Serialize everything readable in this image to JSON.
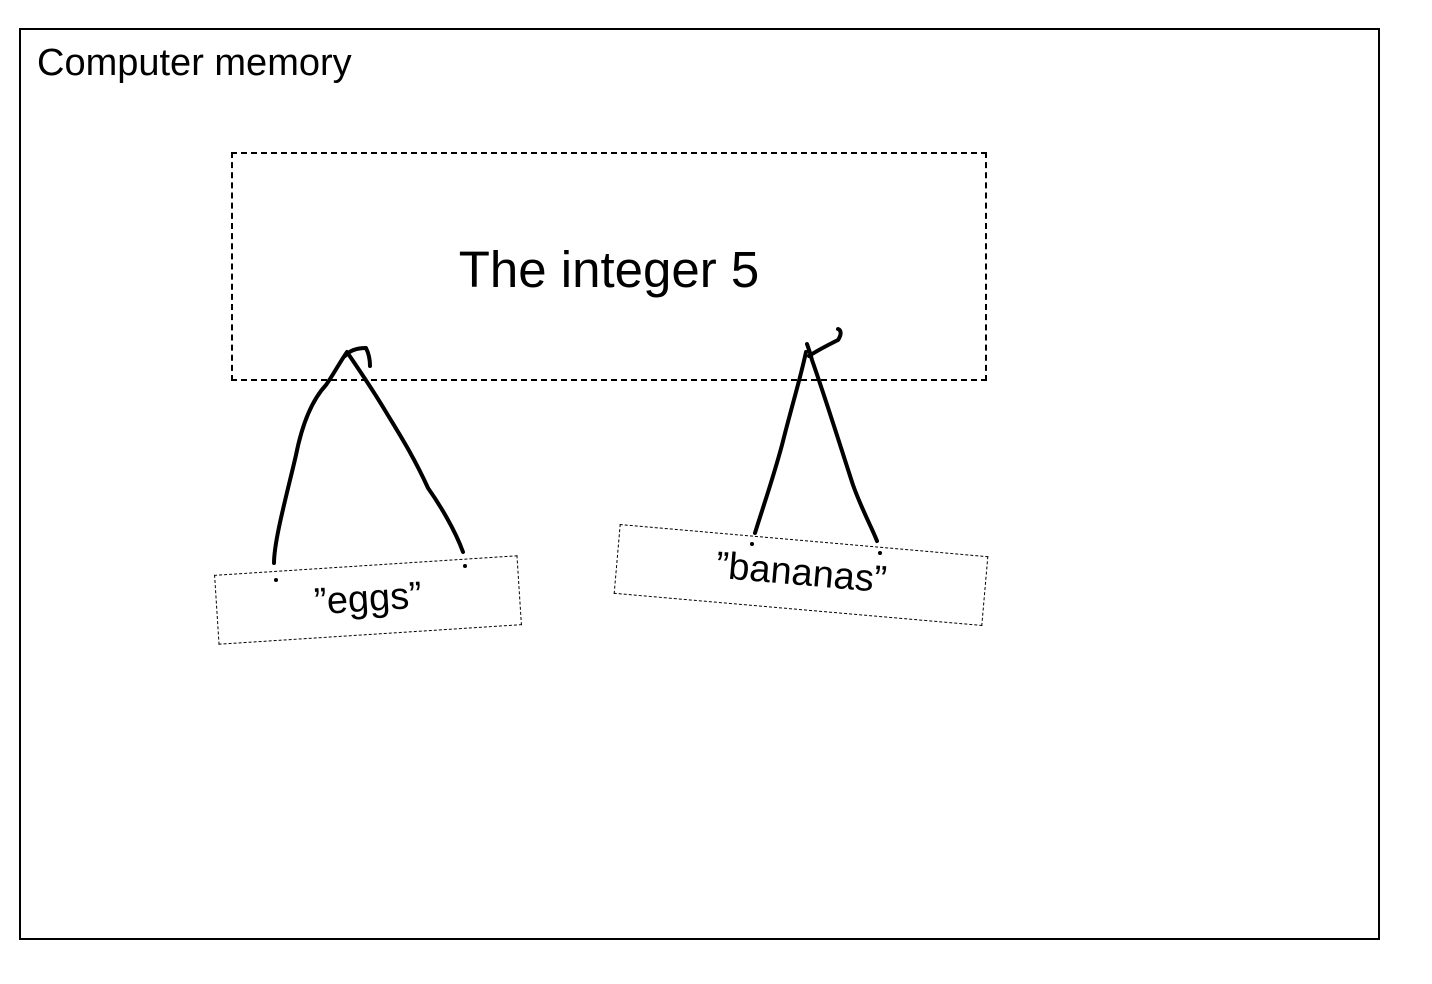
{
  "memory": {
    "title": "Computer memory"
  },
  "value": {
    "label": "The integer 5"
  },
  "names": [
    {
      "label": "”eggs”"
    },
    {
      "label": "”bananas”"
    }
  ]
}
